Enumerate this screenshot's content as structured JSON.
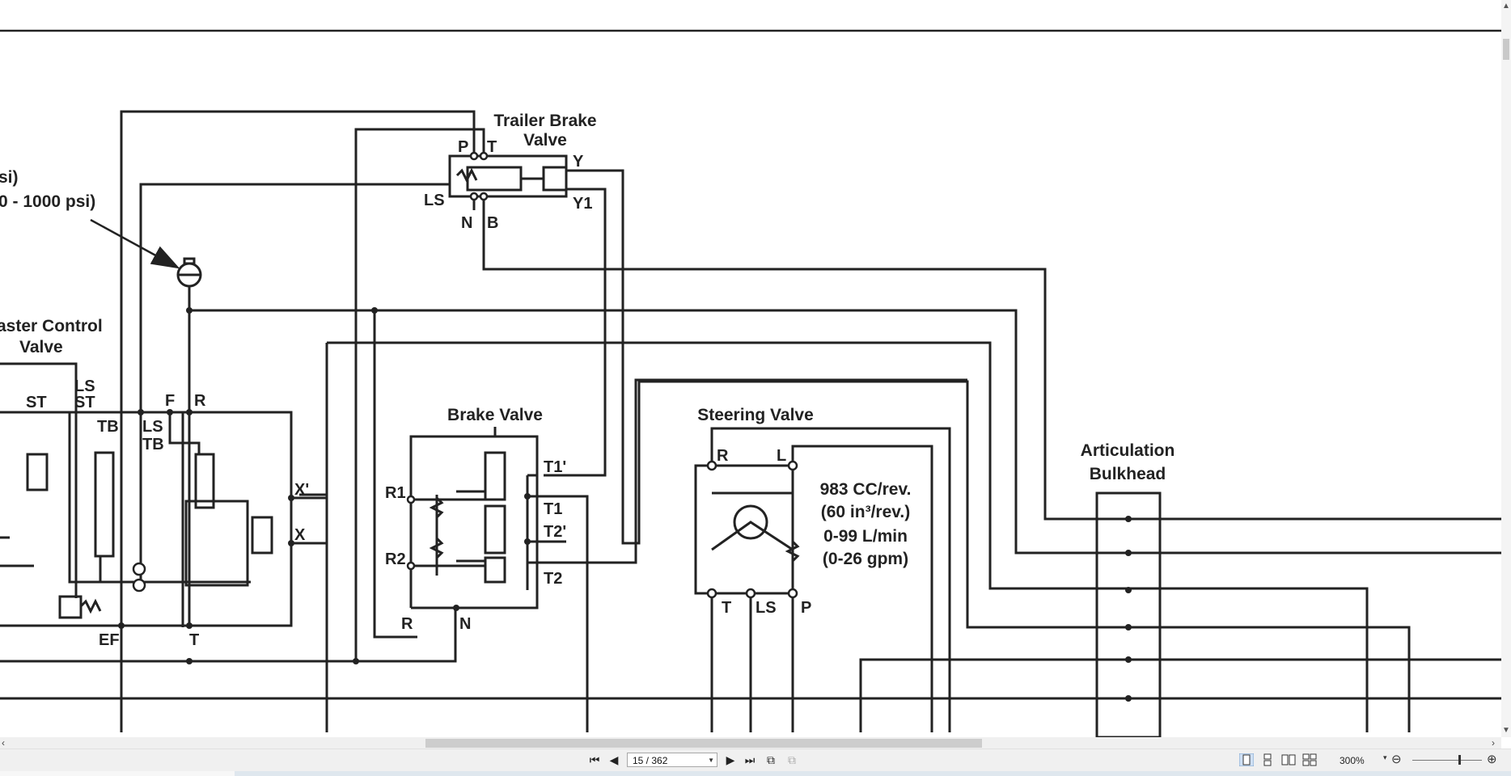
{
  "schematic": {
    "trailer_brake_valve": {
      "title_line1": "Trailer Brake",
      "title_line2": "Valve",
      "ports": {
        "p": "P",
        "t": "T",
        "y": "Y",
        "y1": "Y1",
        "ls": "LS",
        "n": "N",
        "b": "B"
      }
    },
    "pressure_note": {
      "line1": "si)",
      "line2": "0 - 1000 psi)"
    },
    "master_control_valve": {
      "title_line1": "aster Control",
      "title_line2": "Valve",
      "ports": {
        "st": "ST",
        "ls_st_1": "LS",
        "ls_st_2": "ST",
        "tb": "TB",
        "ls_tb_1": "LS",
        "ls_tb_2": "TB",
        "f": "F",
        "r": "R",
        "x_prime": "X'",
        "x": "X",
        "ef": "EF",
        "t": "T"
      }
    },
    "brake_valve": {
      "title": "Brake Valve",
      "ports": {
        "r1": "R1",
        "r2": "R2",
        "r": "R",
        "n": "N",
        "t1_prime": "T1'",
        "t1": "T1",
        "t2_prime": "T2'",
        "t2": "T2"
      }
    },
    "steering_valve": {
      "title": "Steering Valve",
      "ports": {
        "r": "R",
        "l": "L",
        "t": "T",
        "ls": "LS",
        "p": "P"
      },
      "specs": {
        "line1": "983 CC/rev.",
        "line2": "(60 in³/rev.)",
        "line3": "0-99 L/min",
        "line4": "(0-26 gpm)"
      }
    },
    "articulation_bulkhead": {
      "title_line1": "Articulation",
      "title_line2": "Bulkhead"
    }
  },
  "toolbar": {
    "page_indicator": "15 / 362",
    "zoom": "300%",
    "icons": [
      "first-page-icon",
      "previous-page-icon",
      "next-page-icon",
      "last-page-icon",
      "rotate-icon",
      "extract-icon",
      "single-page-view-icon",
      "continuous-view-icon",
      "two-page-view-icon",
      "two-page-continuous-view-icon",
      "zoom-out-icon",
      "zoom-in-icon"
    ]
  },
  "colors": {
    "line": "#222222",
    "toolbar_bg": "#f0f0f0",
    "scroll_thumb": "#cdcdcd"
  }
}
